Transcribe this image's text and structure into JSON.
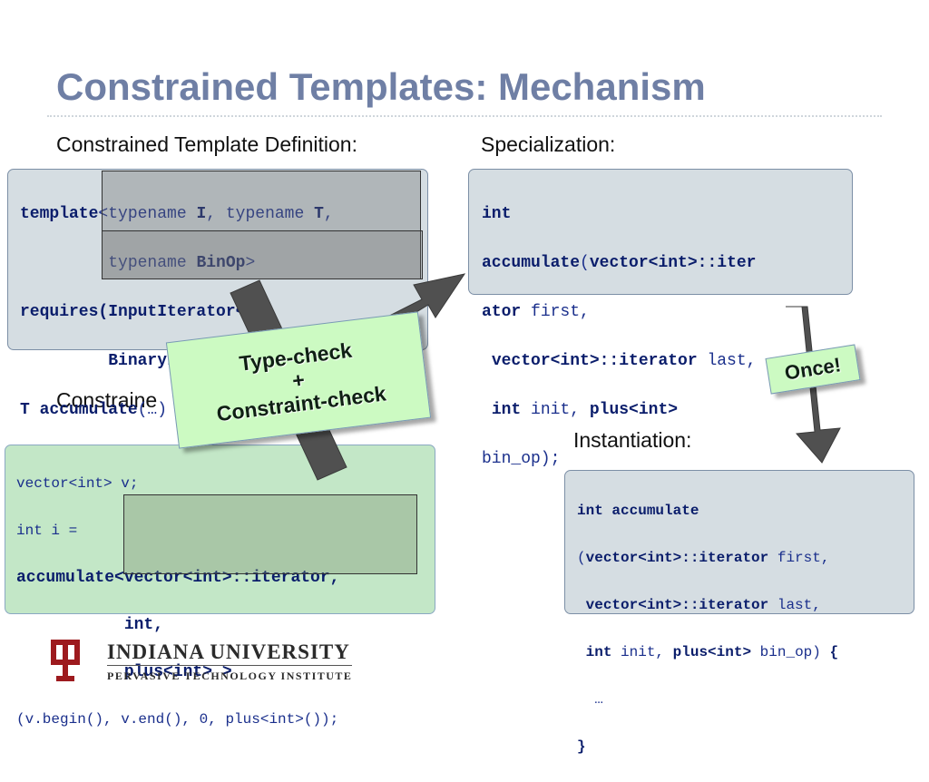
{
  "slide": {
    "title": "Constrained Templates: Mechanism"
  },
  "labels": {
    "definition": "Constrained Template Definition:",
    "specialization": "Specialization:",
    "use": "Constraine",
    "instantiation": "Instantiation:"
  },
  "definition_code": [
    "template<typename I, typename T,",
    "         typename BinOp>",
    "requires(InputIterator<I>,",
    "         BinaryFunction<BinOp>)",
    "T accumulate(…) {",
    "  …",
    "}"
  ],
  "specialization_code": [
    "int",
    "accumulate(vector<int>::iter",
    "ator first,",
    " vector<int>::iterator last,",
    " int init, plus<int>",
    "bin_op);"
  ],
  "use_code": [
    "vector<int> v;",
    "int i =",
    "accumulate<vector<int>::iterator,",
    "           int,",
    "           plus<int> >",
    "(v.begin(), v.end(), 0, plus<int>());"
  ],
  "instantiation_code": [
    "int accumulate",
    "(vector<int>::iterator first,",
    " vector<int>::iterator last,",
    " int init, plus<int> bin_op) {",
    "  …",
    "}"
  ],
  "callouts": {
    "typecheck_line1": "Type-check",
    "typecheck_line2": "+",
    "typecheck_line3": "Constraint-check",
    "once": "Once!"
  },
  "logo": {
    "university": "INDIANA UNIVERSITY",
    "institute": "PERVASIVE TECHNOLOGY INSTITUTE"
  },
  "colors": {
    "title": "#6f7fa5",
    "code_box": "#d5dde2",
    "use_box": "#c3e7c7",
    "callout": "#ccfac2",
    "logo_red": "#9d1a1e"
  }
}
